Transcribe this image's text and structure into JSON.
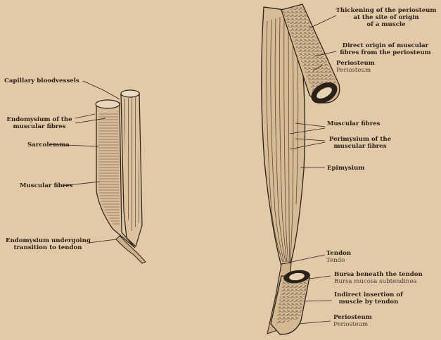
{
  "left_figure": {
    "capillary": "Capillary bloodvessels",
    "endomysium": [
      "Endomysium of the",
      "muscular fibres"
    ],
    "sarcolemma": "Sarcolemma",
    "muscular_fibres": "Muscular fibres",
    "transition": [
      "Endomysium undergoing",
      "transition to tendon"
    ]
  },
  "right_figure": {
    "thickening": [
      "Thickening of the periosteum",
      "at the site of origin",
      "of a muscle"
    ],
    "direct_origin": [
      "Direct origin of muscular",
      "fibres from the periosteum"
    ],
    "periosteum_top": "Periosteum",
    "periosteum_top_latin": "Periosteum",
    "muscular_fibres": "Muscular fibres",
    "perimysium": [
      "Perimysium of the",
      "muscular fibres"
    ],
    "epimysium": "Epimysium",
    "tendon": "Tendon",
    "tendon_latin": "Tendo",
    "bursa": "Bursa beneath the tendon",
    "bursa_latin": "Bursa mucosa subtendinea",
    "indirect": [
      "Indirect insertion of",
      "muscle by tendon"
    ],
    "periosteum_bottom": "Periosteum",
    "periosteum_bottom_latin": "Periosteum"
  },
  "colors": {
    "background": "#e2c9a7",
    "ink": "#2b2118",
    "bone": "#d9c2a0"
  }
}
